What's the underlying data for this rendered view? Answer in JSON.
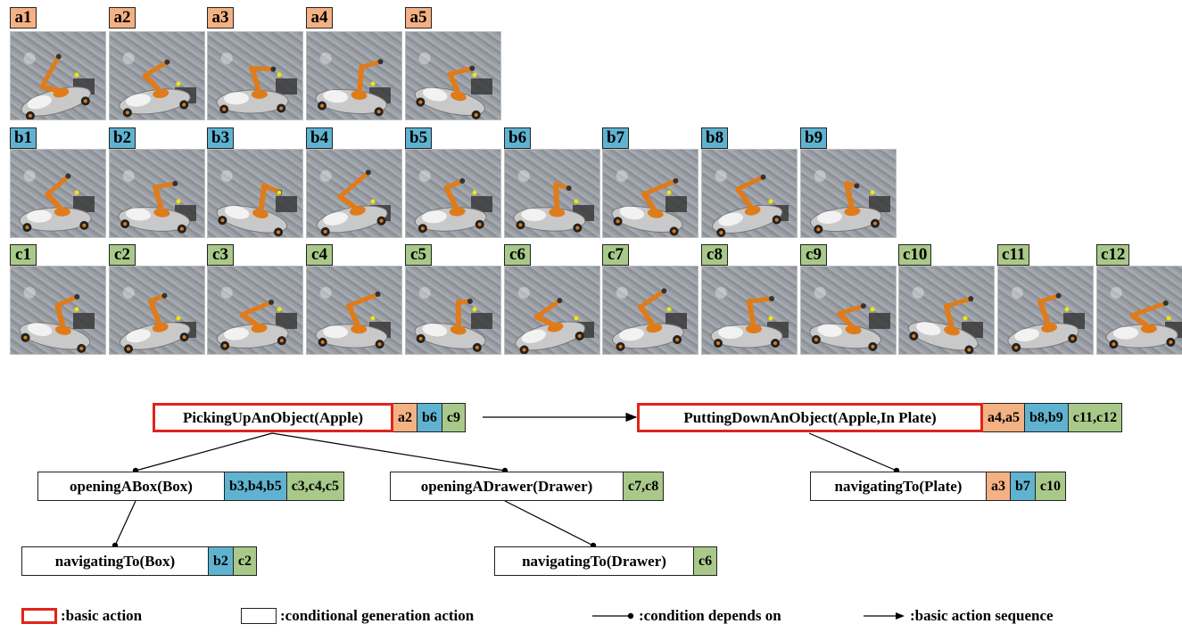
{
  "colors": {
    "a": "#f4b183",
    "b": "#5fb3d1",
    "c": "#a9c98a",
    "basic_border": "#e0241b"
  },
  "frame_rows": [
    {
      "group": "a",
      "labels": [
        "a1",
        "a2",
        "a3",
        "a4",
        "a5"
      ]
    },
    {
      "group": "b",
      "labels": [
        "b1",
        "b2",
        "b3",
        "b4",
        "b5",
        "b6",
        "b7",
        "b8",
        "b9"
      ]
    },
    {
      "group": "c",
      "labels": [
        "c1",
        "c2",
        "c3",
        "c4",
        "c5",
        "c6",
        "c7",
        "c8",
        "c9",
        "c10",
        "c11",
        "c12"
      ]
    }
  ],
  "nodes": {
    "picking": {
      "label": "PickingUpAnObject(Apple)",
      "kind": "basic",
      "chips": [
        {
          "group": "a",
          "text": "a2"
        },
        {
          "group": "b",
          "text": "b6"
        },
        {
          "group": "c",
          "text": "c9"
        }
      ]
    },
    "putting": {
      "label": "PuttingDownAnObject(Apple,In Plate)",
      "kind": "basic",
      "chips": [
        {
          "group": "a",
          "text": "a4,a5"
        },
        {
          "group": "b",
          "text": "b8,b9"
        },
        {
          "group": "c",
          "text": "c11,c12"
        }
      ]
    },
    "box": {
      "label": "openingABox(Box)",
      "kind": "conditional",
      "chips": [
        {
          "group": "b",
          "text": "b3,b4,b5"
        },
        {
          "group": "c",
          "text": "c3,c4,c5"
        }
      ]
    },
    "drawer": {
      "label": "openingADrawer(Drawer)",
      "kind": "conditional",
      "chips": [
        {
          "group": "c",
          "text": "c7,c8"
        }
      ]
    },
    "plate": {
      "label": "navigatingTo(Plate)",
      "kind": "conditional",
      "chips": [
        {
          "group": "a",
          "text": "a3"
        },
        {
          "group": "b",
          "text": "b7"
        },
        {
          "group": "c",
          "text": "c10"
        }
      ]
    },
    "nav_box": {
      "label": "navigatingTo(Box)",
      "kind": "conditional",
      "chips": [
        {
          "group": "b",
          "text": "b2"
        },
        {
          "group": "c",
          "text": "c2"
        }
      ]
    },
    "nav_drawer": {
      "label": "navigatingTo(Drawer)",
      "kind": "conditional",
      "chips": [
        {
          "group": "c",
          "text": "c6"
        }
      ]
    }
  },
  "legend": {
    "basic": ":basic action",
    "conditional": ":conditional generation action",
    "depends": ":condition depends on",
    "sequence": ":basic action sequence"
  }
}
